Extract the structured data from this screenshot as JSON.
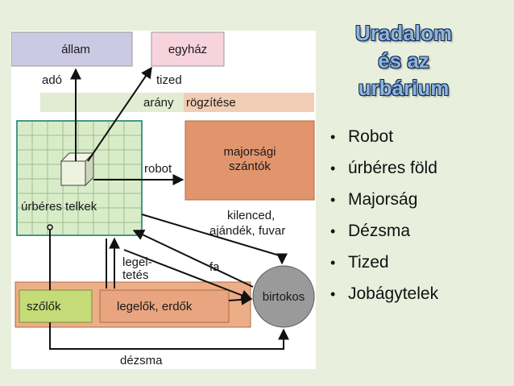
{
  "title": {
    "line1": "Uradalom",
    "line2": "és az",
    "line3": "urbárium"
  },
  "bullets": [
    "Robot",
    "úrbéres föld",
    "Majorság",
    "Dézsma",
    "Tized",
    "Jobágytelek"
  ],
  "diagram": {
    "boxes": {
      "allam": "állam",
      "egyhaz": "egyház",
      "majorsagi_line1": "majorsági",
      "majorsagi_line2": "szántók",
      "urberes_telkek": "úrbéres telkek",
      "szolok": "szőlők",
      "legelok": "legelők, erdők",
      "birtokos": "birtokos"
    },
    "labels": {
      "ado": "adó",
      "tized": "tized",
      "arany": "arány",
      "rogzitese": "rögzítése",
      "robot": "robot",
      "kilenced": "kilenced,",
      "ajandek": "ajándék, fuvar",
      "legel": "legel-",
      "tetes": "tetés",
      "fa": "fa",
      "dezsma": "dézsma"
    },
    "colors": {
      "allam": "#ccc9e4",
      "egyhaz": "#f7d3de",
      "band": "#e2ecd2",
      "band_orange": "#f0cdb4",
      "grid_fill": "#d9ecc9",
      "grid_line": "#9cc08a",
      "grid_border": "#2f8a7a",
      "majorsag": "#e2956d",
      "legelo_band": "#ecae87",
      "szolo": "#c4db77",
      "birtokos": "#9a9a9a"
    }
  }
}
